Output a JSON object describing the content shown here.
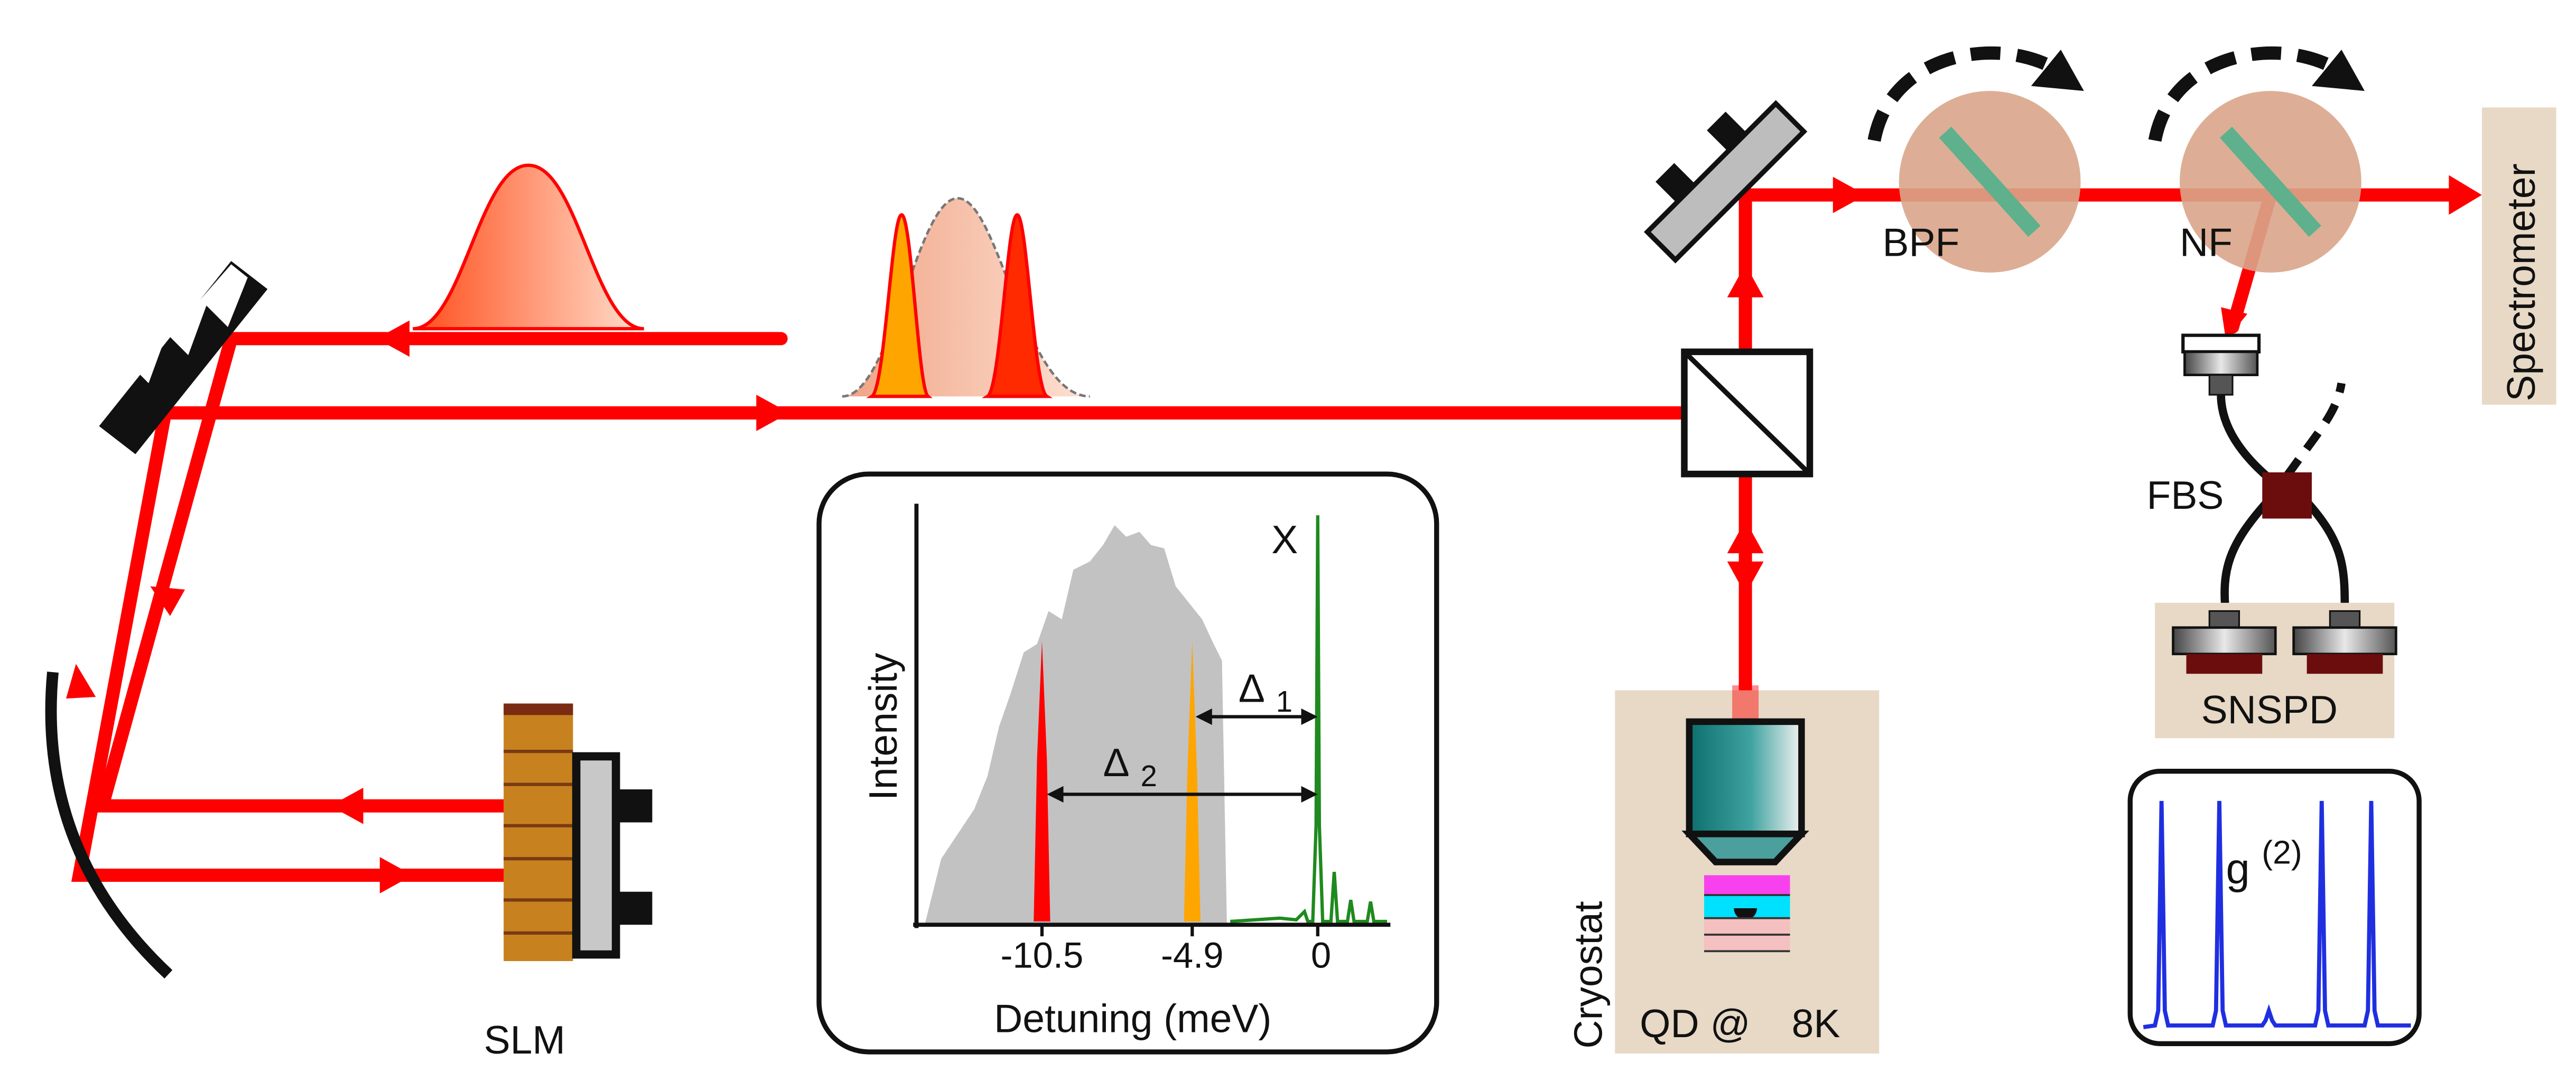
{
  "colors": {
    "beam": "#ff0000",
    "beige": "#e7d9c6",
    "black": "#111111",
    "orange": "#ffa500",
    "gray_spectrum": "#c2c2c2",
    "green_line": "#1f8a1f",
    "teal": "#5fb08d",
    "filter_disc": "#d9a58a",
    "g2_blue": "#1f2fe0",
    "fbs": "#6b0d0d"
  },
  "icons": [
    "mirror-icon",
    "grating-icon",
    "curved-mirror-icon",
    "beam-splitter-icon",
    "objective-icon",
    "rotation-arrow-icon",
    "connector-icon",
    "slm-icon"
  ],
  "labels": {
    "slm": "SLM",
    "cryostat": "Cryostat",
    "qd": "QD @",
    "temp": "8K",
    "bpf": "BPF",
    "nf": "NF",
    "spectrometer": "Spectrometer",
    "fbs": "FBS",
    "snspd": "SNSPD",
    "g2_base": "g",
    "g2_sup": "(2)"
  },
  "inset": {
    "ylabel": "Intensity",
    "xlabel": "Detuning (meV)",
    "ticks": [
      "-10.5",
      "-4.9",
      "0"
    ],
    "peak_label": "X",
    "delta1_base": "Δ",
    "delta1_sub": "1",
    "delta2_base": "Δ",
    "delta2_sub": "2"
  }
}
